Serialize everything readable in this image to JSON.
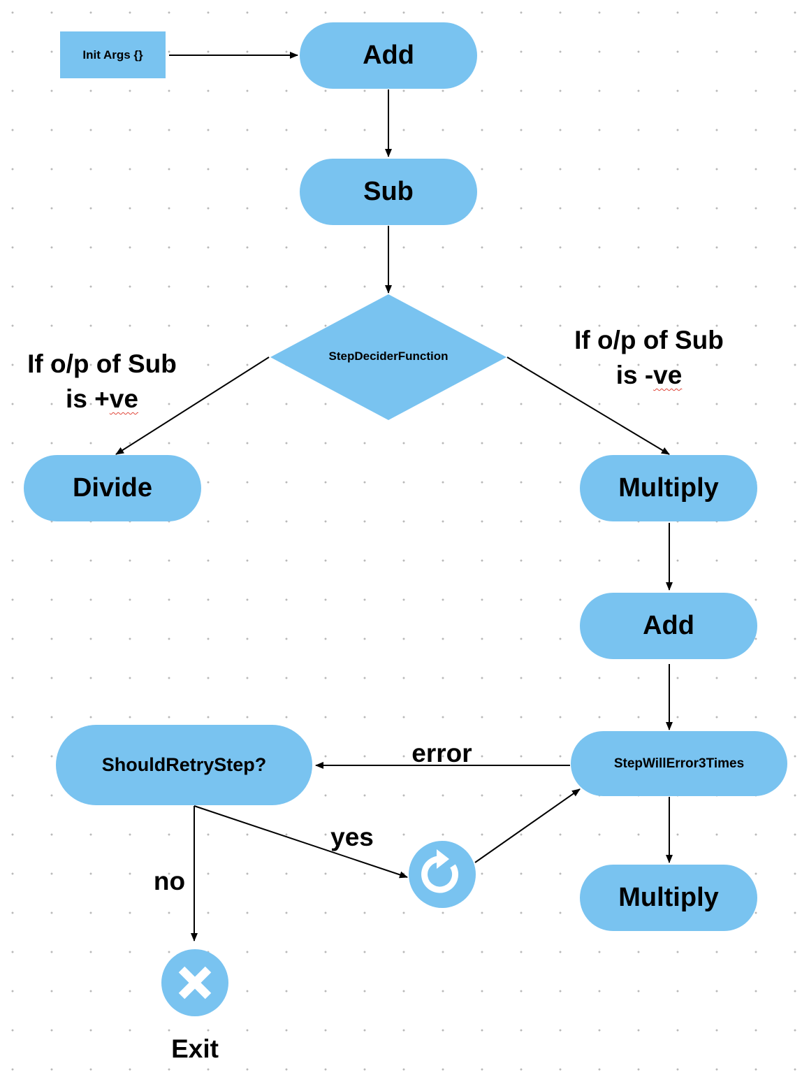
{
  "nodes": {
    "init_args": "Init Args {}",
    "add_1": "Add",
    "sub": "Sub",
    "decider": "StepDeciderFunction",
    "divide": "Divide",
    "multiply_1": "Multiply",
    "add_2": "Add",
    "step_will_error": "StepWillError3Times",
    "should_retry": "ShouldRetryStep?",
    "multiply_2": "Multiply",
    "exit": "Exit"
  },
  "labels": {
    "positive_line1": "If o/p of Sub",
    "positive_line2_prefix": "is +",
    "positive_line2_word": "ve",
    "negative_line1": "If o/p of Sub",
    "negative_line2_prefix": "is -",
    "negative_line2_word": "ve",
    "error": "error",
    "yes": "yes",
    "no": "no"
  },
  "icons": {
    "retry": "retry-icon",
    "exit": "close-icon"
  },
  "colors": {
    "node_fill": "#79c3f0",
    "edge": "#000000",
    "spellcheck_underline": "#e0463a"
  }
}
